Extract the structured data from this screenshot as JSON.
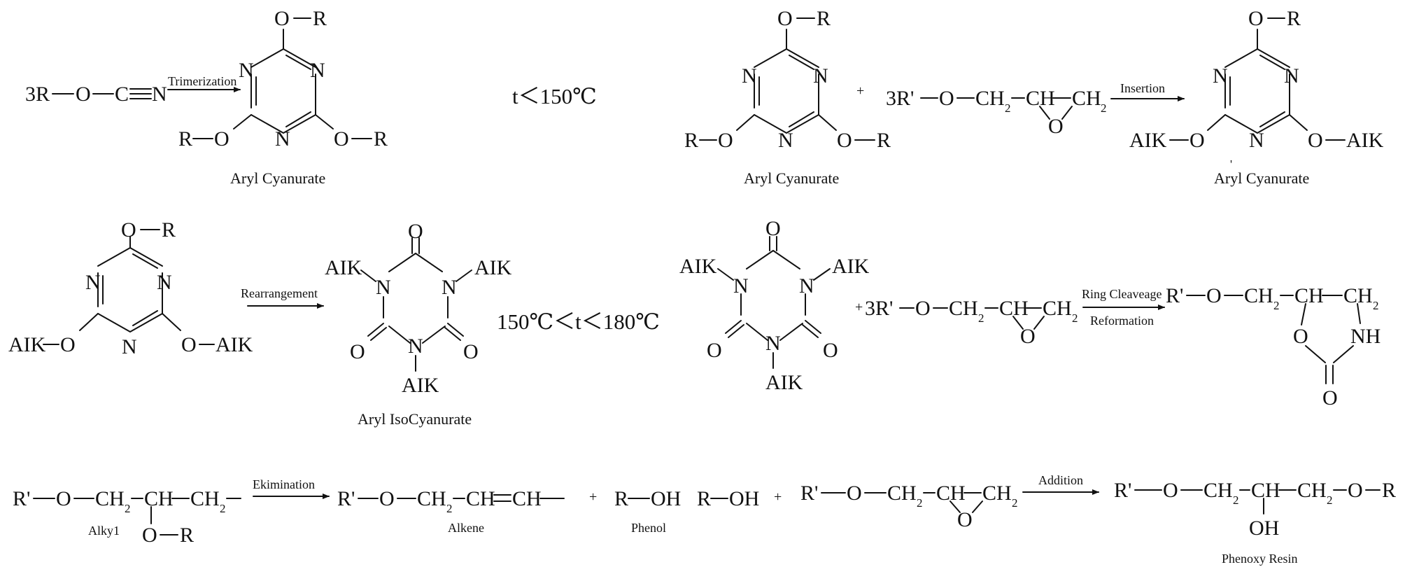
{
  "colors": {
    "ink": "#111111",
    "background": "#ffffff"
  },
  "atoms": {
    "O": "O",
    "N": "N",
    "R": "R",
    "C": "C",
    "R_prime": "R'",
    "alk": "AIK",
    "ch": "CH",
    "ch2_base": "CH",
    "sub_2": "2",
    "nh": "NH",
    "oh": "OH",
    "three_r": "3R",
    "three_r_prime": "3R'",
    "hyphen": "—"
  },
  "reaction_labels": {
    "trimerization": "Trimerization",
    "insertion": "Insertion",
    "rearrangement": "Rearrangement",
    "ring_cleavage": "Ring Cleaveage",
    "reformation": "Reformation",
    "elimination": "Ekimination",
    "addition": "Addition"
  },
  "captions": {
    "aryl_cyanurate": "Aryl Cyanurate",
    "aryl_isocyanurate": "Aryl IsoCyanurate",
    "alkyl": "Alky1",
    "alkene": "Alkene",
    "phenol": "Phenol",
    "phenoxy_resin": "Phenoxy Resin"
  },
  "conditions": {
    "row1": "t＜150℃",
    "row2": "150℃＜t＜180℃"
  },
  "symbols": {
    "plus": "+",
    "stray_mark": "'"
  }
}
